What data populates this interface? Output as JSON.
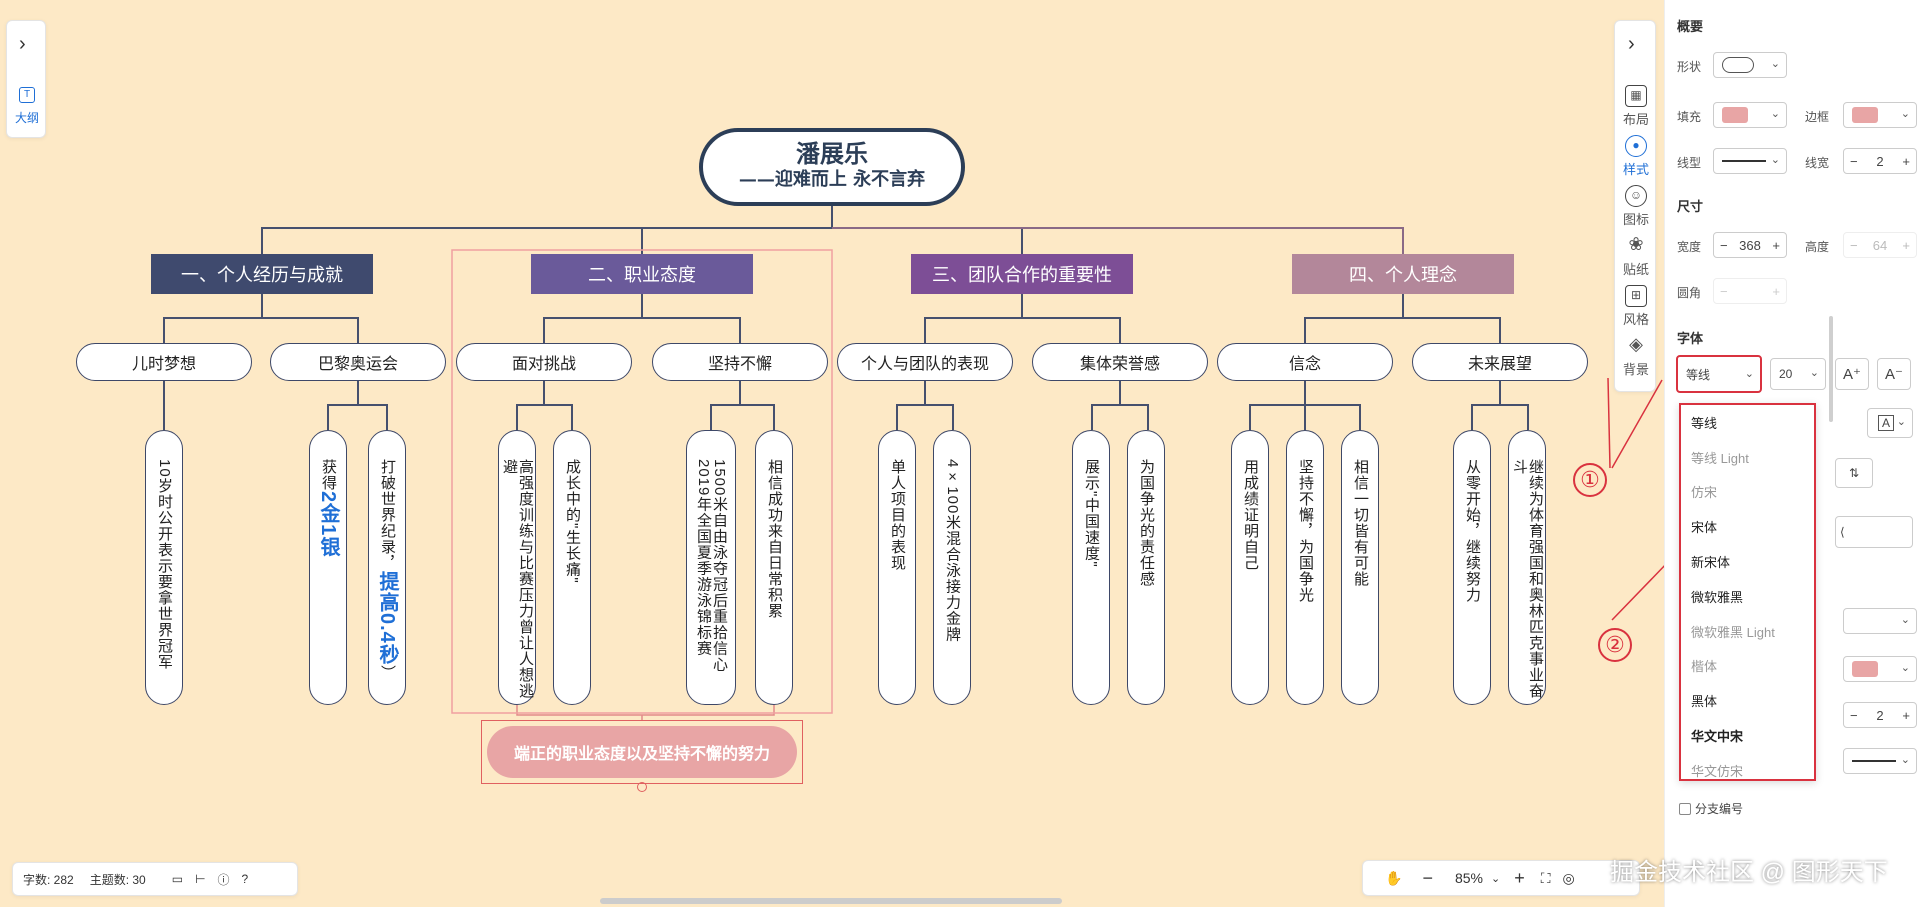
{
  "outline": {
    "label": "大纲"
  },
  "root": {
    "title": "潘展乐",
    "subtitle": "——迎难而上 永不言弃"
  },
  "branches": [
    {
      "label": "一、个人经历与成就",
      "color": "#3f4a6e"
    },
    {
      "label": "二、职业态度",
      "color": "#6a5a9a"
    },
    {
      "label": "三、团队合作的重要性",
      "color": "#7d4e96"
    },
    {
      "label": "四、个人理念",
      "color": "#b3879a"
    }
  ],
  "subs": [
    "儿时梦想",
    "巴黎奥运会",
    "面对挑战",
    "坚持不懈",
    "个人与团队的表现",
    "集体荣誉感",
    "信念",
    "未来展望"
  ],
  "leaves": [
    {
      "text": "10岁时公开表示要拿世界冠军"
    },
    {
      "text": "获得",
      "hl": "2金1银"
    },
    {
      "text": "打破世界纪录，",
      "hl": "提高0.4秒",
      "tail": "）"
    },
    {
      "text": "高强度训练与比赛压力曾让人想逃避"
    },
    {
      "text": "成长中的\"生长痛\""
    },
    {
      "text": "1500米自由泳夺冠后重拾信心 2019年全国夏季游泳锦标赛"
    },
    {
      "text": "相信成功来自日常积累"
    },
    {
      "text": "单人项目的表现"
    },
    {
      "text": "4×100米混合泳接力金牌"
    },
    {
      "text": "展示\"中国速度\""
    },
    {
      "text": "为国争光的责任感"
    },
    {
      "text": "用成绩证明自己"
    },
    {
      "text": "坚持不懈，为国争光"
    },
    {
      "text": "相信一切皆有可能"
    },
    {
      "text": "从零开始，继续努力"
    },
    {
      "text": "继续为体育强国和奥林匹克事业奋斗"
    }
  ],
  "summary": {
    "text": "端正的职业态度以及坚持不懈的努力"
  },
  "right_toolbar": {
    "items": [
      {
        "label": "布局",
        "icon": "layout-icon"
      },
      {
        "label": "样式",
        "icon": "palette-icon"
      },
      {
        "label": "图标",
        "icon": "smiley-icon"
      },
      {
        "label": "贴纸",
        "icon": "sticker-icon"
      },
      {
        "label": "风格",
        "icon": "grid-icon"
      },
      {
        "label": "背景",
        "icon": "layers-icon"
      }
    ],
    "active": "样式"
  },
  "status": {
    "word_count": "字数: 282",
    "topic_count": "主题数: 30"
  },
  "zoom": {
    "value": "85%"
  },
  "panel": {
    "overview": "概要",
    "shape_label": "形状",
    "fill_label": "填充",
    "border_label": "边框",
    "fill_color": "#e8a5a5",
    "border_color": "#e8a5a5",
    "line_type_label": "线型",
    "line_width_label": "线宽",
    "line_width": "2",
    "size": "尺寸",
    "width_label": "宽度",
    "width": "368",
    "height_label": "高度",
    "height": "64",
    "radius_label": "圆角",
    "font": "字体",
    "font_family": "等线",
    "font_size": "20",
    "branch_width": "2",
    "branch_number": "分支编号",
    "font_options": [
      {
        "name": "等线",
        "style": ""
      },
      {
        "name": "等线 Light",
        "style": "light"
      },
      {
        "name": "仿宋",
        "style": "light"
      },
      {
        "name": "宋体",
        "style": ""
      },
      {
        "name": "新宋体",
        "style": ""
      },
      {
        "name": "微软雅黑",
        "style": ""
      },
      {
        "name": "微软雅黑 Light",
        "style": "light"
      },
      {
        "name": "楷体",
        "style": "light"
      },
      {
        "name": "黑体",
        "style": ""
      },
      {
        "name": "华文中宋",
        "style": "bold"
      },
      {
        "name": "华文仿宋",
        "style": "light"
      }
    ]
  },
  "callouts": [
    "①",
    "②"
  ],
  "watermark": "掘金技术社区 @ 图形天下"
}
